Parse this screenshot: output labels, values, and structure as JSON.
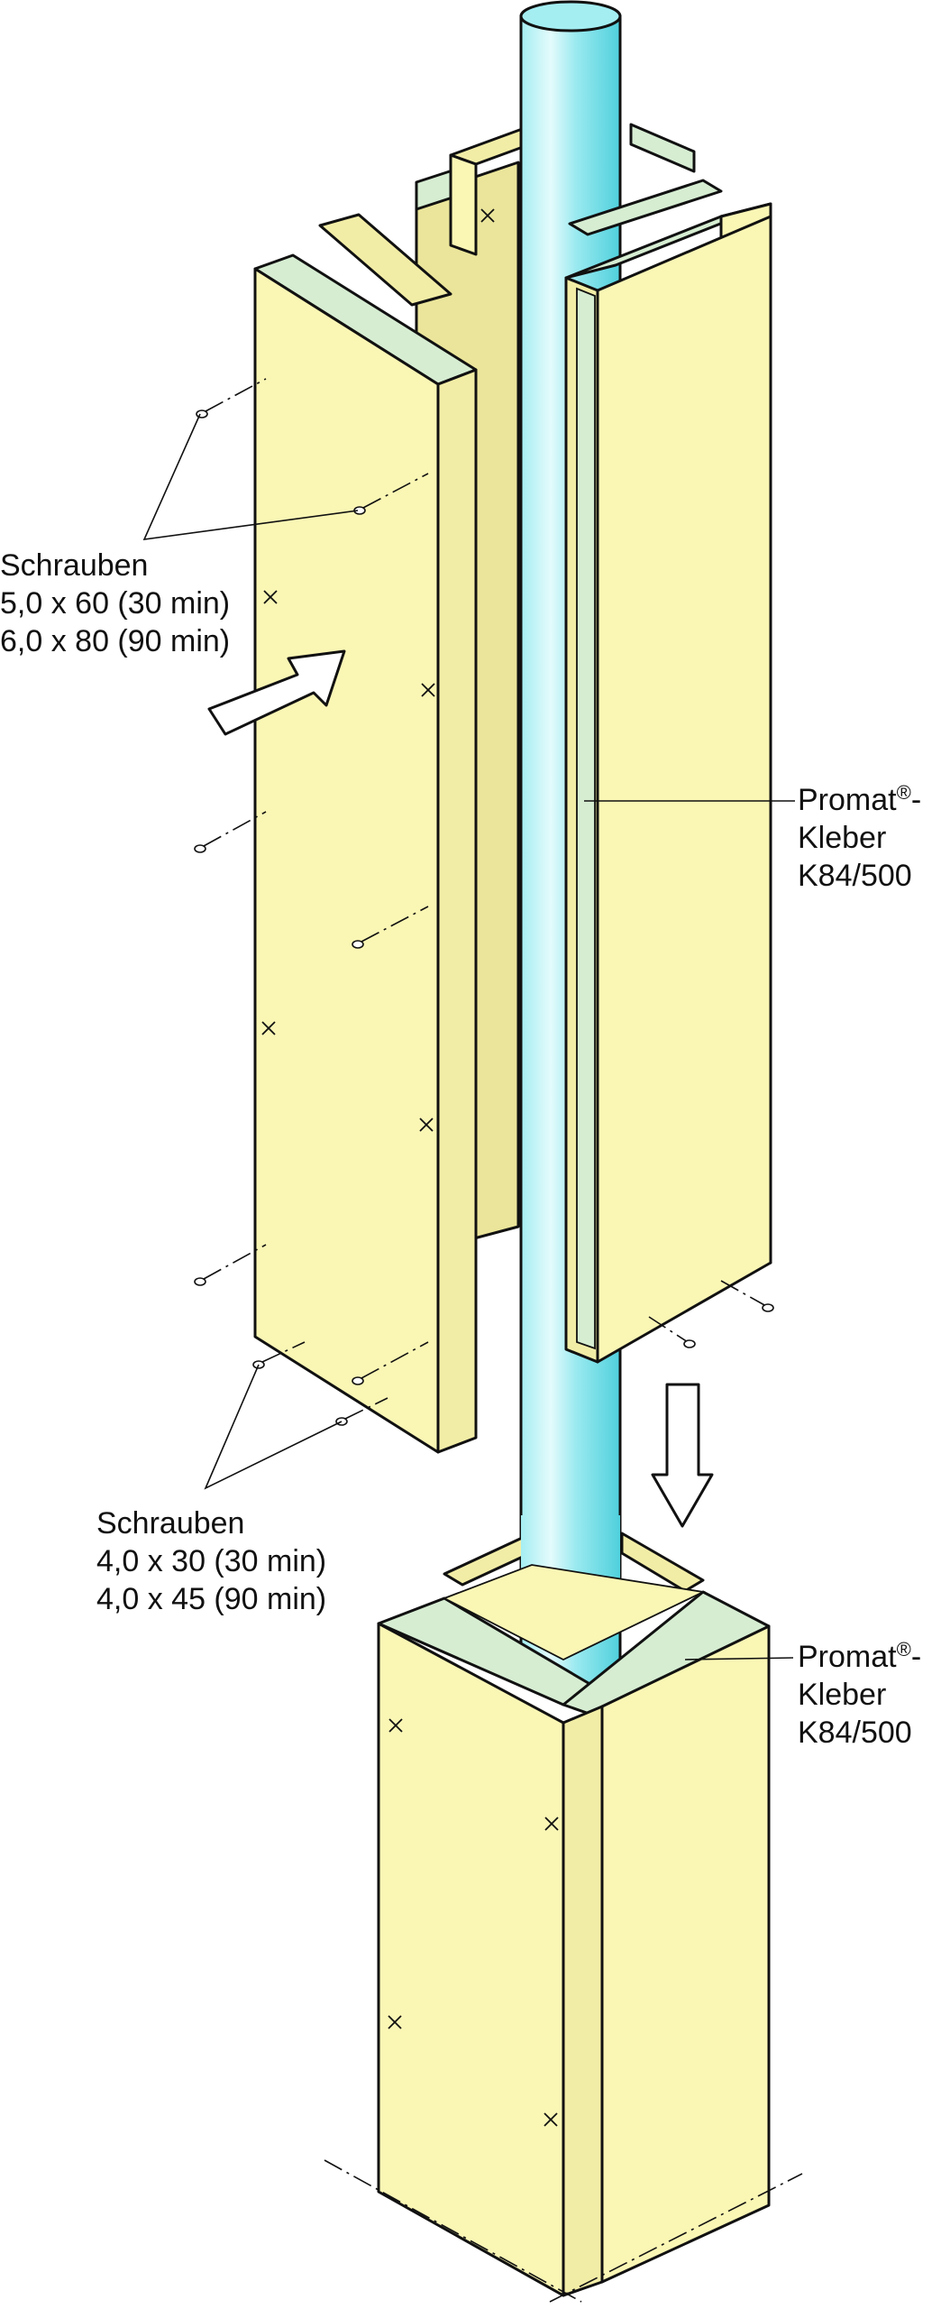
{
  "colors": {
    "board_face": "#FAF6B4",
    "board_shadow": "#EAE59A",
    "board_side": "#F2EDA6",
    "column": "#A4EEF2",
    "column_highlight": "#E4FBFC",
    "column_dark": "#4FD0DC",
    "adhesive": "#D6EDD2",
    "outline": "#111111",
    "arrow_fill": "#FFFFFF"
  },
  "labels": {
    "screws_upper": {
      "title": "Schrauben",
      "line1": "5,0 x 60 (30 min)",
      "line2": "6,0 x 80 (90 min)"
    },
    "screws_lower": {
      "title": "Schrauben",
      "line1": "4,0 x 30 (30 min)",
      "line2": "4,0 x 45 (90 min)"
    },
    "adhesive_upper": {
      "line1": "Promat",
      "mark": "®",
      "dash": "-",
      "line2": "Kleber",
      "line3": "K84/500"
    },
    "adhesive_lower": {
      "line1": "Promat",
      "mark": "®",
      "dash": "-",
      "line2": "Kleber",
      "line3": "K84/500"
    }
  },
  "icons": {
    "upper_arrow": "arrow-right-outline-icon",
    "lower_arrow": "arrow-down-outline-icon",
    "screw": "screw-icon",
    "screw_position": "cross-mark-icon"
  }
}
